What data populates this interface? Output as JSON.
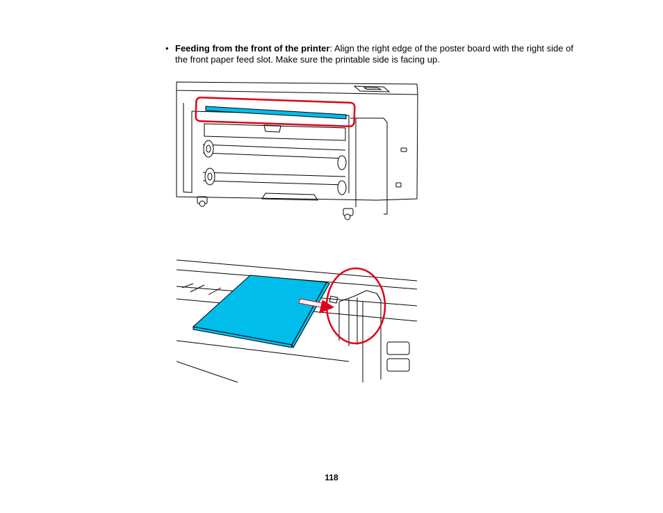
{
  "instruction": {
    "bullet": "•",
    "lead": "Feeding from the front of the printer",
    "separator": ": ",
    "body": "Align the right edge of the poster board with the right side of the front paper feed slot. Make sure the printable side is facing up."
  },
  "figures": [
    {
      "name": "printer-front-illustration"
    },
    {
      "name": "poster-board-alignment-closeup"
    }
  ],
  "colors": {
    "board": "#00BDEB",
    "highlight": "#E00018",
    "line": "#000000"
  },
  "page": {
    "number": "118"
  }
}
